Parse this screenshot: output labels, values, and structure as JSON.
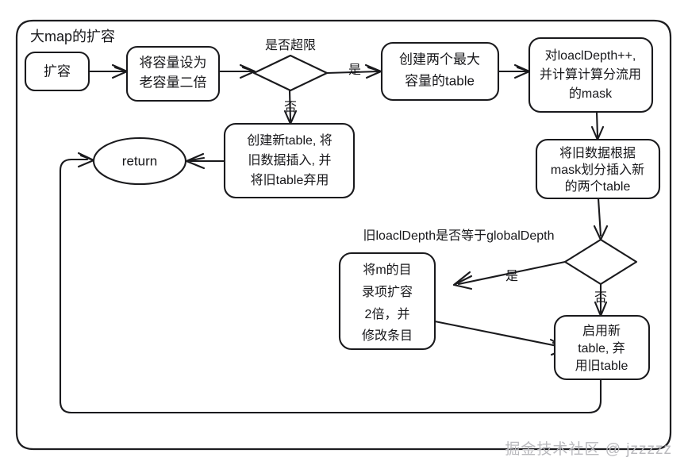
{
  "diagram": {
    "title": "大map的扩容",
    "watermark": "掘金技术社区 @ jzzzzz",
    "stroke_color": "#1a1a1d",
    "text_color": "#17171a",
    "background_color": "#ffffff",
    "watermark_color": "#b9b9bd"
  },
  "nodes": {
    "start": {
      "label": "扩容",
      "shape": "rounded-rect",
      "lines": [
        "扩容"
      ]
    },
    "double_capacity": {
      "label": "将容量设为老容量二倍",
      "shape": "rounded-rect",
      "lines": [
        "将容量设为",
        "老容量二倍"
      ]
    },
    "over_limit_decision": {
      "label": "是否超限",
      "shape": "diamond"
    },
    "create_two_max_tables": {
      "label": "创建两个最大容量的table",
      "shape": "rounded-rect",
      "lines": [
        "创建两个最大",
        "容量的table"
      ]
    },
    "local_depth_inc": {
      "label": "对loaclDepth++，并计算计算分流用的mask",
      "shape": "rounded-rect",
      "lines": [
        "对loaclDepth++,",
        "并计算计算分流用",
        "的mask"
      ]
    },
    "split_by_mask": {
      "label": "将旧数据根据mask划分插入新的两个table",
      "shape": "rounded-rect",
      "lines": [
        "将旧数据根据",
        "mask划分插入新",
        "的两个table"
      ]
    },
    "depth_equal_decision": {
      "label": "旧loaclDepth是否等于globalDepth",
      "shape": "diamond"
    },
    "expand_directory": {
      "label": "将m的目录项扩容2倍，并修改条目",
      "shape": "rounded-rect",
      "lines": [
        "将m的目",
        "录项扩容",
        "2倍，并",
        "修改条目"
      ]
    },
    "enable_new_table": {
      "label": "启用新table，弃用旧table",
      "shape": "rounded-rect",
      "lines": [
        "启用新",
        "table, 弃",
        "用旧table"
      ]
    },
    "create_new_table": {
      "label": "创建新table，将旧数据插入，并将旧table弃用",
      "shape": "rounded-rect",
      "lines": [
        "创建新table, 将",
        "旧数据插入, 并",
        "将旧table弃用"
      ]
    },
    "return_node": {
      "label": "return",
      "shape": "ellipse",
      "lines": [
        "return"
      ]
    }
  },
  "edge_labels": {
    "over_limit_yes": "是",
    "over_limit_no": "否",
    "depth_equal_yes": "是",
    "depth_equal_no": "否"
  },
  "decision_labels": {
    "over_limit": "是否超限",
    "depth_equal": "旧loaclDepth是否等于globalDepth"
  }
}
